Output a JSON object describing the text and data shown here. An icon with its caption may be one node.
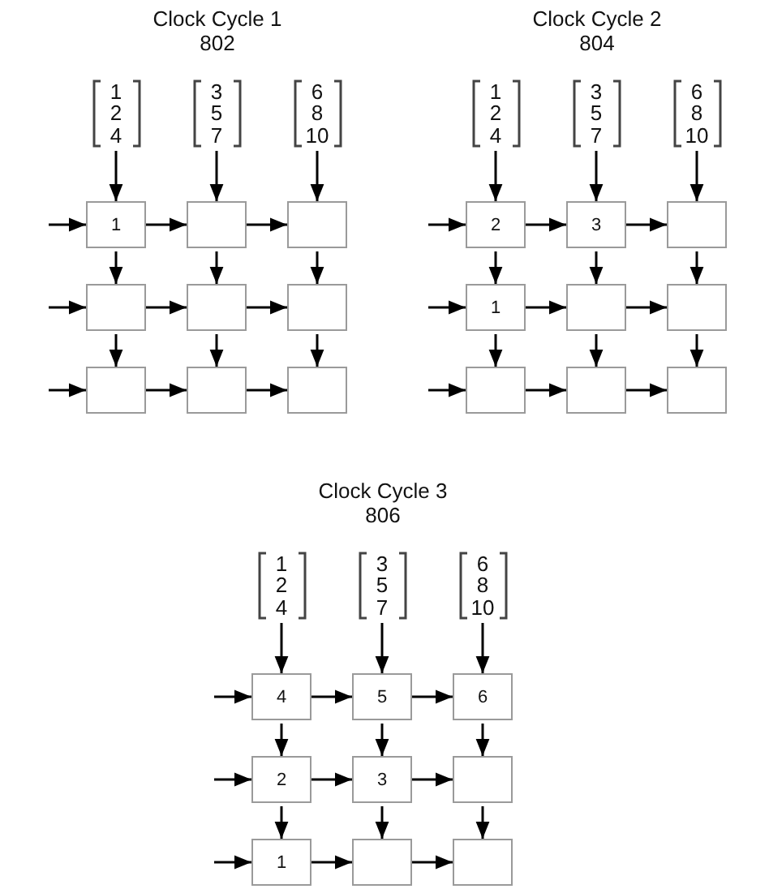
{
  "diagram": {
    "nodes": [
      {
        "text": [
          "1 2 4"
        ]
      },
      {
        "text": [
          "3 5 7"
        ]
      },
      {
        "text": [
          "6 8 10"
        ]
      },
      {
        "text": [
          "1"
        ]
      },
      {
        "text": [],
        "shape": "box"
      },
      {
        "text": [],
        "shape": "box"
      },
      {
        "text": [],
        "shape": "box"
      },
      {
        "text": [],
        "shape": "box"
      },
      {
        "text": [],
        "shape": "box"
      },
      {
        "text": [],
        "shape": "box"
      },
      {
        "text": [],
        "shape": "box"
      },
      {
        "text": [],
        "shape": "box"
      },
      {
        "text": [
          "1 2 4"
        ]
      },
      {
        "text": [
          "3 5 7"
        ]
      },
      {
        "text": [
          "6 8 10"
        ]
      },
      {
        "text": [
          "2"
        ]
      },
      {
        "text": [
          "3"
        ]
      },
      {
        "text": [],
        "shape": "box"
      },
      {
        "text": [
          "1"
        ]
      },
      {
        "text": [],
        "shape": "box"
      },
      {
        "text": [],
        "shape": "box"
      },
      {
        "text": [],
        "shape": "box"
      },
      {
        "text": [],
        "shape": "box"
      },
      {
        "text": [],
        "shape": "box"
      },
      {
        "text": [
          "1 2 4"
        ]
      },
      {
        "text": [
          "3 5 7"
        ]
      },
      {
        "text": [
          "6 8 10"
        ]
      },
      {
        "text": [
          "4"
        ]
      },
      {
        "text": [
          "5"
        ]
      },
      {
        "text": [
          "6"
        ]
      },
      {
        "text": [
          "2"
        ]
      },
      {
        "text": [
          "3"
        ]
      },
      {
        "text": [],
        "shape": "box"
      },
      {
        "text": [
          "1"
        ]
      },
      {
        "text": [],
        "shape": "box"
      },
      {
        "text": [],
        "shape": "box"
      }
    ],
    "edges": [
      {
        "from": 0,
        "to": 3,
        "arrow": "to"
      },
      {
        "from": 1,
        "to": 4,
        "arrow": "to"
      },
      {
        "from": 2,
        "to": 5,
        "arrow": "to"
      },
      {
        "from": null,
        "to": 3,
        "arrow": "to"
      },
      {
        "from": 3,
        "to": 4,
        "arrow": "to"
      },
      {
        "from": 4,
        "to": 5,
        "arrow": "to"
      },
      {
        "from": null,
        "to": 6,
        "arrow": "to"
      },
      {
        "from": 6,
        "to": 7,
        "arrow": "to"
      },
      {
        "from": 7,
        "to": 8,
        "arrow": "to"
      },
      {
        "from": null,
        "to": 9,
        "arrow": "to"
      },
      {
        "from": 9,
        "to": 10,
        "arrow": "to"
      },
      {
        "from": 10,
        "to": 11,
        "arrow": "to"
      },
      {
        "from": 3,
        "to": 6,
        "arrow": "to"
      },
      {
        "from": 4,
        "to": 7,
        "arrow": "to"
      },
      {
        "from": 5,
        "to": 8,
        "arrow": "to"
      },
      {
        "from": 6,
        "to": 9,
        "arrow": "to"
      },
      {
        "from": 7,
        "to": 10,
        "arrow": "to"
      },
      {
        "from": 8,
        "to": 11,
        "arrow": "to"
      },
      {
        "from": 12,
        "to": 15,
        "arrow": "to"
      },
      {
        "from": 13,
        "to": 16,
        "arrow": "to"
      },
      {
        "from": 14,
        "to": 17,
        "arrow": "to"
      },
      {
        "from": null,
        "to": 15,
        "arrow": "to"
      },
      {
        "from": 15,
        "to": 16,
        "arrow": "to"
      },
      {
        "from": 16,
        "to": 17,
        "arrow": "to"
      },
      {
        "from": null,
        "to": 18,
        "arrow": "to"
      },
      {
        "from": 18,
        "to": 19,
        "arrow": "to"
      },
      {
        "from": 19,
        "to": 20,
        "arrow": "to"
      },
      {
        "from": null,
        "to": 21,
        "arrow": "to"
      },
      {
        "from": 21,
        "to": 22,
        "arrow": "to"
      },
      {
        "from": 22,
        "to": 23,
        "arrow": "to"
      },
      {
        "from": 15,
        "to": 18,
        "arrow": "to"
      },
      {
        "from": 16,
        "to": 19,
        "arrow": "to"
      },
      {
        "from": 17,
        "to": 20,
        "arrow": "to"
      },
      {
        "from": 18,
        "to": 21,
        "arrow": "to"
      },
      {
        "from": 19,
        "to": 22,
        "arrow": "to"
      },
      {
        "from": 20,
        "to": 23,
        "arrow": "to"
      },
      {
        "from": 24,
        "to": 27,
        "arrow": "to"
      },
      {
        "from": 25,
        "to": 28,
        "arrow": "to"
      },
      {
        "from": 26,
        "to": 29,
        "arrow": "to"
      },
      {
        "from": null,
        "to": 27,
        "arrow": "to"
      },
      {
        "from": 27,
        "to": 28,
        "arrow": "to"
      },
      {
        "from": 28,
        "to": 29,
        "arrow": "to"
      },
      {
        "from": null,
        "to": 30,
        "arrow": "to"
      },
      {
        "from": 30,
        "to": 31,
        "arrow": "to"
      },
      {
        "from": 31,
        "to": 32,
        "arrow": "to"
      },
      {
        "from": null,
        "to": 33,
        "arrow": "to"
      },
      {
        "from": 33,
        "to": 34,
        "arrow": "to"
      },
      {
        "from": 34,
        "to": 35,
        "arrow": "to"
      },
      {
        "from": 27,
        "to": 30,
        "arrow": "to"
      },
      {
        "from": 28,
        "to": 31,
        "arrow": "to"
      },
      {
        "from": 29,
        "to": 32,
        "arrow": "to"
      },
      {
        "from": 30,
        "to": 33,
        "arrow": "to"
      },
      {
        "from": 31,
        "to": 34,
        "arrow": "to"
      },
      {
        "from": 32,
        "to": 35,
        "arrow": "to"
      }
    ],
    "labels": [
      "Clock Cycle 1",
      "802",
      "Clock Cycle 2",
      "804",
      "Clock Cycle 3",
      "806"
    ]
  }
}
